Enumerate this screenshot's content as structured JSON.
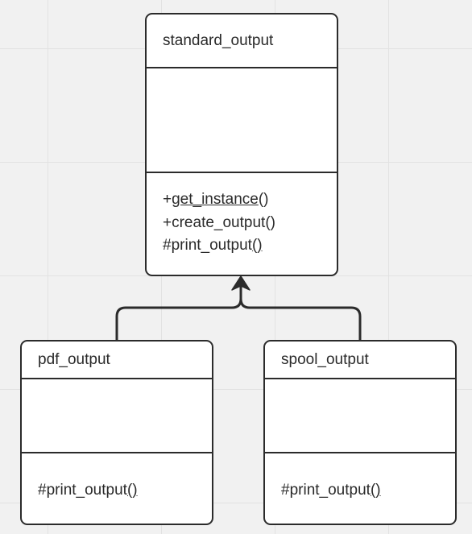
{
  "diagram": {
    "parent": {
      "name": "standard_output",
      "attributes": [],
      "operations": [
        {
          "prefix": "+",
          "name": "get_instance",
          "parens": "()",
          "underline_name": true,
          "underline_parens": false
        },
        {
          "prefix": "+",
          "name": "create_output",
          "parens": "()",
          "underline_name": false,
          "underline_parens": false
        },
        {
          "prefix": "#",
          "name": "print_output",
          "parens": "()",
          "underline_name": false,
          "underline_parens": true
        }
      ]
    },
    "children": [
      {
        "name": "pdf_output",
        "attributes": [],
        "operations": [
          {
            "prefix": "#",
            "name": "print_output",
            "parens": "()",
            "underline_name": false,
            "underline_parens": true
          }
        ]
      },
      {
        "name": "spool_output",
        "attributes": [],
        "operations": [
          {
            "prefix": "#",
            "name": "print_output",
            "parens": "()",
            "underline_name": false,
            "underline_parens": true
          }
        ]
      }
    ],
    "relationship": "generalization",
    "colors": {
      "canvas": "#f1f1f1",
      "grid": "#e2e2e2",
      "stroke": "#2b2b2b",
      "box_fill": "#ffffff",
      "text": "#2a2a2a"
    }
  }
}
